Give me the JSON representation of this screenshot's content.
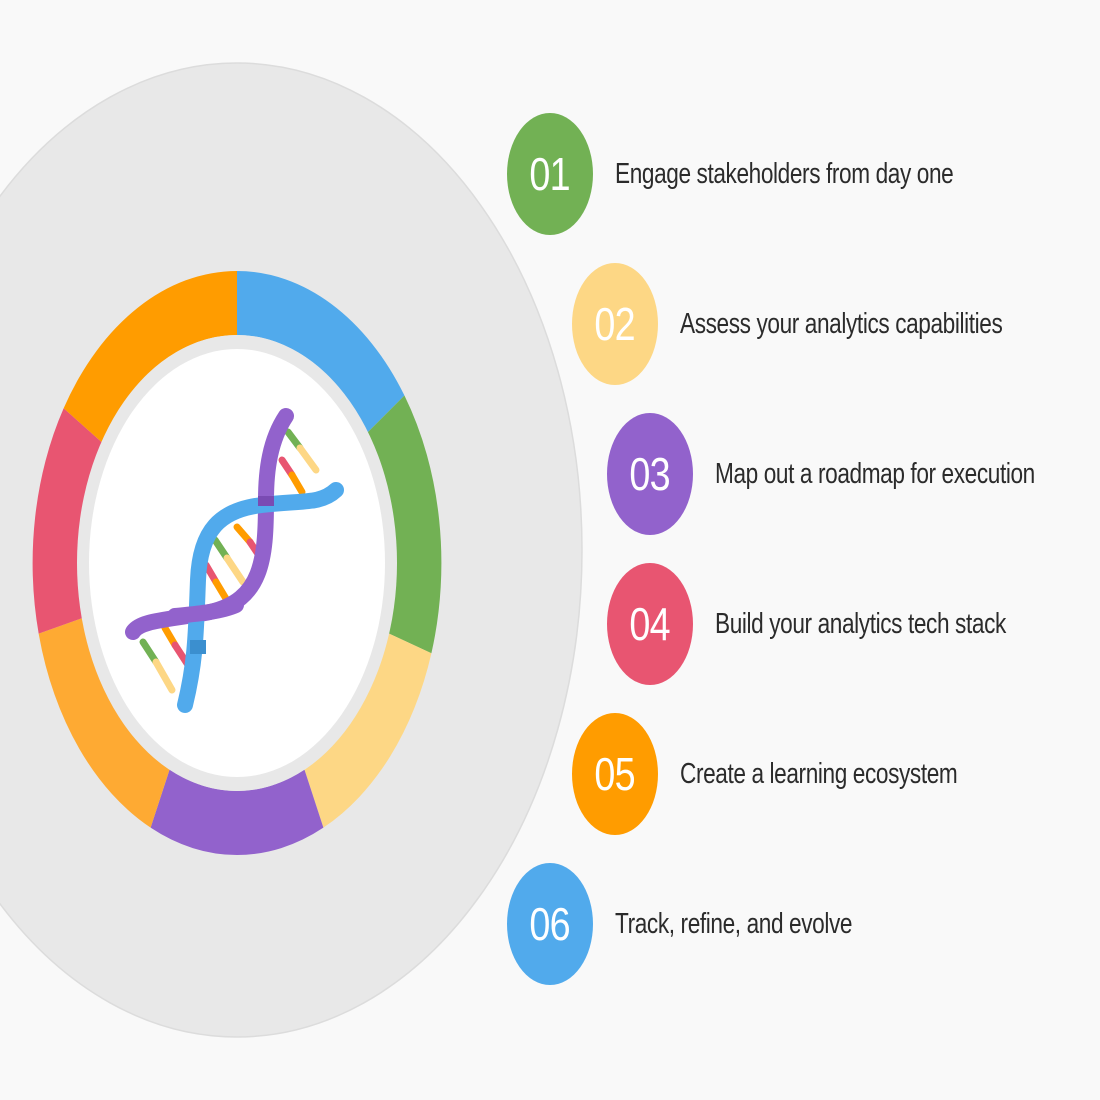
{
  "colors": {
    "background": "#f9f9f9",
    "outer_disc": "#e8e8e8",
    "inner_band": "#e8e8e8",
    "center_disc": "#ffffff",
    "green": "#72b154",
    "yellow": "#fdd785",
    "purple": "#9262cc",
    "red": "#e85571",
    "orange": "#ff9c00",
    "light_orange": "#feaa33",
    "blue": "#51aaec",
    "text": "#2b2b2b"
  },
  "ring_segments": [
    {
      "name": "blue",
      "color": "#51aaec",
      "start": 0,
      "end": 55
    },
    {
      "name": "green",
      "color": "#72b154",
      "start": 55,
      "end": 108
    },
    {
      "name": "yellow",
      "color": "#fdd785",
      "start": 108,
      "end": 155
    },
    {
      "name": "purple",
      "color": "#9262cc",
      "start": 155,
      "end": 205
    },
    {
      "name": "light-orange",
      "color": "#feaa33",
      "start": 205,
      "end": 256
    },
    {
      "name": "red",
      "color": "#e85571",
      "start": 256,
      "end": 302
    },
    {
      "name": "orange",
      "color": "#ff9c00",
      "start": 302,
      "end": 360
    }
  ],
  "center_icon": "dna-icon",
  "steps": [
    {
      "number": "01",
      "label": "Engage stakeholders from day one",
      "color": "#72b154"
    },
    {
      "number": "02",
      "label": "Assess your analytics capabilities",
      "color": "#fdd785"
    },
    {
      "number": "03",
      "label": "Map out a roadmap for execution",
      "color": "#9262cc"
    },
    {
      "number": "04",
      "label": "Build your analytics tech stack",
      "color": "#e85571"
    },
    {
      "number": "05",
      "label": "Create a learning ecosystem",
      "color": "#ff9c00"
    },
    {
      "number": "06",
      "label": "Track, refine, and evolve",
      "color": "#51aaec"
    }
  ]
}
